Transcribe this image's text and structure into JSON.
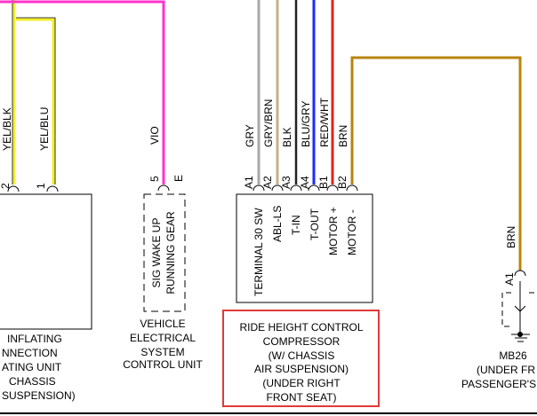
{
  "colors": {
    "yellow": "#f2ef2a",
    "magenta": "#ff33cc",
    "gray": "#a8a8a8",
    "gray_brown": "#c4b08a",
    "black": "#222222",
    "blue": "#1a2bff",
    "red": "#e0231d",
    "brown": "#b8860b",
    "highlight": "#e03a3a"
  },
  "left_module": {
    "wires": [
      {
        "color_label": "YEL/BLK",
        "pin": "2"
      },
      {
        "color_label": "YEL/BLU",
        "pin": "1"
      }
    ],
    "label_lines": [
      "INFLATING",
      "NNECTION",
      "ATING UNIT",
      "CHASSIS",
      "SUSPENSION)"
    ]
  },
  "vehicle_unit": {
    "wire_label": "VIO",
    "pin_number": "5",
    "pin_letter": "E",
    "box_lines": [
      "SIG WAKE UP",
      "RUNNING GEAR"
    ],
    "label_lines": [
      "VEHICLE",
      "ELECTRICAL",
      "SYSTEM",
      "CONTROL UNIT"
    ]
  },
  "compressor": {
    "pins": [
      {
        "id": "A1",
        "wire": "GRY",
        "function": "TERMINAL 30 SW"
      },
      {
        "id": "A2",
        "wire": "GRY/BRN",
        "function": "ABL-LS"
      },
      {
        "id": "A3",
        "wire": "BLK",
        "function": "T-IN"
      },
      {
        "id": "A4",
        "wire": "BLU/GRY",
        "function": "T-OUT"
      },
      {
        "id": "B1",
        "wire": "RED/WHT",
        "function": "MOTOR +"
      },
      {
        "id": "B2",
        "wire": "BRN",
        "function": "MOTOR -"
      }
    ],
    "label_lines": [
      "RIDE HEIGHT CONTROL",
      "COMPRESSOR",
      "(W/ CHASSIS",
      "AIR SUSPENSION)",
      "(UNDER RIGHT",
      "FRONT SEAT)"
    ]
  },
  "ground": {
    "wire_label": "BRN",
    "pin": "A1",
    "label_lines": [
      "MB26",
      "(UNDER FR",
      "PASSENGER'S"
    ]
  }
}
